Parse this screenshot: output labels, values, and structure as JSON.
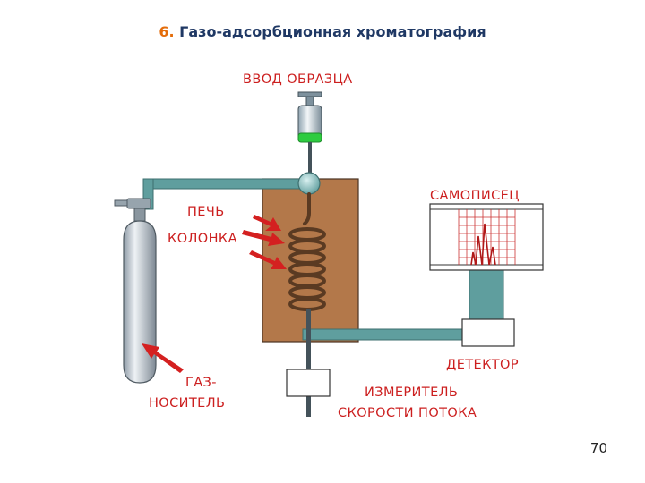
{
  "title": {
    "number": "6.",
    "text": "Газо-адсорбционная хроматография"
  },
  "labels": {
    "sample_input": "ВВОД ОБРАЗЦА",
    "recorder": "САМОПИСЕЦ",
    "oven": "ПЕЧЬ",
    "column": "КОЛОНКА",
    "carrier_gas_line1": "ГАЗ-",
    "carrier_gas_line2": "НОСИТЕЛЬ",
    "detector": "ДЕТЕКТОР",
    "flow_meter_line1": "ИЗМЕРИТЕЛЬ",
    "flow_meter_line2": "СКОРОСТИ ПОТОКА"
  },
  "colors": {
    "title_text": "#1f3864",
    "title_number": "#e46c0a",
    "label_text": "#cc1f1f",
    "arrow": "#d42020",
    "pipe": "#5f9e9e",
    "oven": "#b3784a",
    "coil": "#5a3a22",
    "syringe_liquid": "#2ecc40",
    "cylinder": "#c8d0d8"
  },
  "page_number": "70"
}
